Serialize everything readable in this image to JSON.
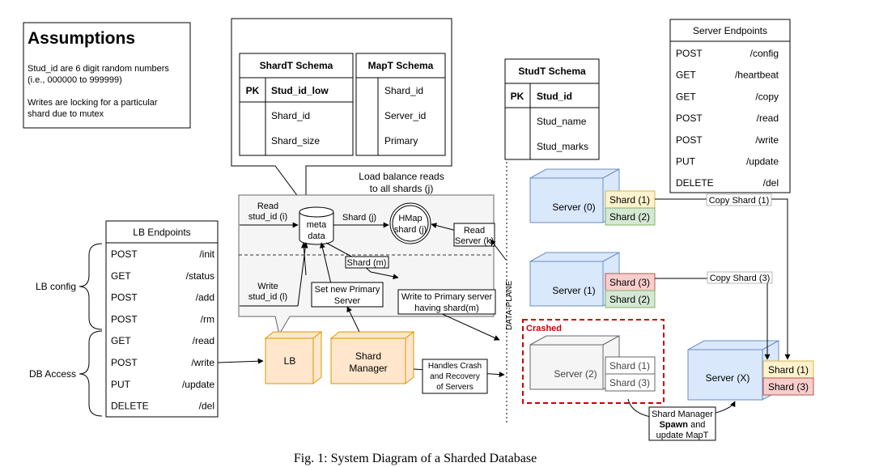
{
  "assumptions": {
    "title": "Assumptions",
    "line1": "Stud_id are 6 digit random numbers",
    "line2": "(i.e., 000000 to 999999)",
    "line3": "Writes are locking for a particular",
    "line4": "shard due to mutex"
  },
  "shardt": {
    "title": "ShardT Schema",
    "pk": "PK",
    "f1": "Stud_id_low",
    "f2": "Shard_id",
    "f3": "Shard_size"
  },
  "mapt": {
    "title": "MapT Schema",
    "f1": "Shard_id",
    "f2": "Server_id",
    "f3": "Primary"
  },
  "studt": {
    "title": "StudT Schema",
    "pk": "PK",
    "f1": "Stud_id",
    "f2": "Stud_name",
    "f3": "Stud_marks"
  },
  "server_endpoints": {
    "title": "Server Endpoints",
    "rows": [
      {
        "method": "POST",
        "path": "/config"
      },
      {
        "method": "GET",
        "path": "/heartbeat"
      },
      {
        "method": "GET",
        "path": "/copy"
      },
      {
        "method": "POST",
        "path": "/read"
      },
      {
        "method": "POST",
        "path": "/write"
      },
      {
        "method": "PUT",
        "path": "/update"
      },
      {
        "method": "DELETE",
        "path": "/del"
      }
    ]
  },
  "lb_endpoints": {
    "title": "LB Endpoints",
    "rows": [
      {
        "method": "POST",
        "path": "/init"
      },
      {
        "method": "GET",
        "path": "/status"
      },
      {
        "method": "POST",
        "path": "/add"
      },
      {
        "method": "POST",
        "path": "/rm"
      },
      {
        "method": "GET",
        "path": "/read"
      },
      {
        "method": "POST",
        "path": "/write"
      },
      {
        "method": "PUT",
        "path": "/update"
      },
      {
        "method": "DELETE",
        "path": "/del"
      }
    ]
  },
  "brace_labels": {
    "lb_config": "LB config",
    "db_access": "DB Access"
  },
  "lb_internals": {
    "load_balance_1": "Load balance reads",
    "load_balance_2": "to all shards (j)",
    "read_1": "Read",
    "read_2": "stud_id (i)",
    "meta_1": "meta",
    "meta_2": "data",
    "shard_j": "Shard (j)",
    "hmap_1": "HMap",
    "hmap_2": "shard (j)",
    "read_server_1": "Read",
    "read_server_2": "Server (k)",
    "shard_m": "Shard (m)",
    "write_1": "Write",
    "write_2": "stud_id (l)",
    "set_primary_1": "Set new Primary",
    "set_primary_2": "Server",
    "write_primary_1": "Write to Primary server",
    "write_primary_2": "having shard(m)"
  },
  "components": {
    "lb": "LB",
    "shard_manager_1": "Shard",
    "shard_manager_2": "Manager",
    "handles_1": "Handles Crash",
    "handles_2": "and Recovery",
    "handles_3": "of Servers"
  },
  "data_plane": "DATA-PLANE",
  "servers": {
    "s0": "Server (0)",
    "s1": "Server (1)",
    "s2": "Server (2)",
    "sx": "Server (X)",
    "s0_shard_a": "Shard (1)",
    "s0_shard_b": "Shard (2)",
    "s1_shard_a": "Shard (3)",
    "s1_shard_b": "Shard (2)",
    "s2_shard_a": "Shard (1)",
    "s2_shard_b": "Shard (3)",
    "sx_shard_a": "Shard (1)",
    "sx_shard_b": "Shard (3)",
    "crashed": "Crashed",
    "copy_shard_1": "Copy Shard (1)",
    "copy_shard_3": "Copy Shard (3)",
    "spawn_1": "Shard Manager",
    "spawn_2a": "Spawn",
    "spawn_2b": " and",
    "spawn_3": "update MapT"
  },
  "caption": "Fig. 1: System Diagram of a Sharded Database",
  "colors": {
    "server_fill": "#dae8fc",
    "server_stroke": "#6c8ebf",
    "lb_fill": "#ffe6cc",
    "lb_stroke": "#d79b00",
    "crashed_fill": "#f5f5f5",
    "crashed_stroke": "#666666",
    "shard_yellow": "#fff2cc",
    "shard_green": "#d5e8d4",
    "shard_red": "#f8cecc",
    "crash_red": "#cc0000"
  }
}
